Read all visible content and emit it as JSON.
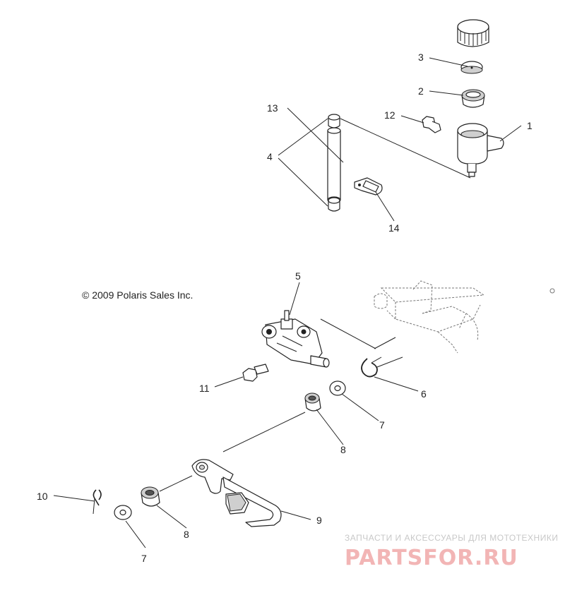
{
  "diagram": {
    "copyright": "© 2009 Polaris Sales Inc.",
    "callouts": [
      "1",
      "2",
      "3",
      "4",
      "5",
      "6",
      "7",
      "7",
      "8",
      "8",
      "9",
      "10",
      "11",
      "12",
      "13",
      "14"
    ]
  },
  "watermark": {
    "tagline": "ЗАПЧАСТИ И АКСЕССУАРЫ ДЛЯ МОТОТЕХНИКИ",
    "logo": "PARTSFOR.RU"
  }
}
